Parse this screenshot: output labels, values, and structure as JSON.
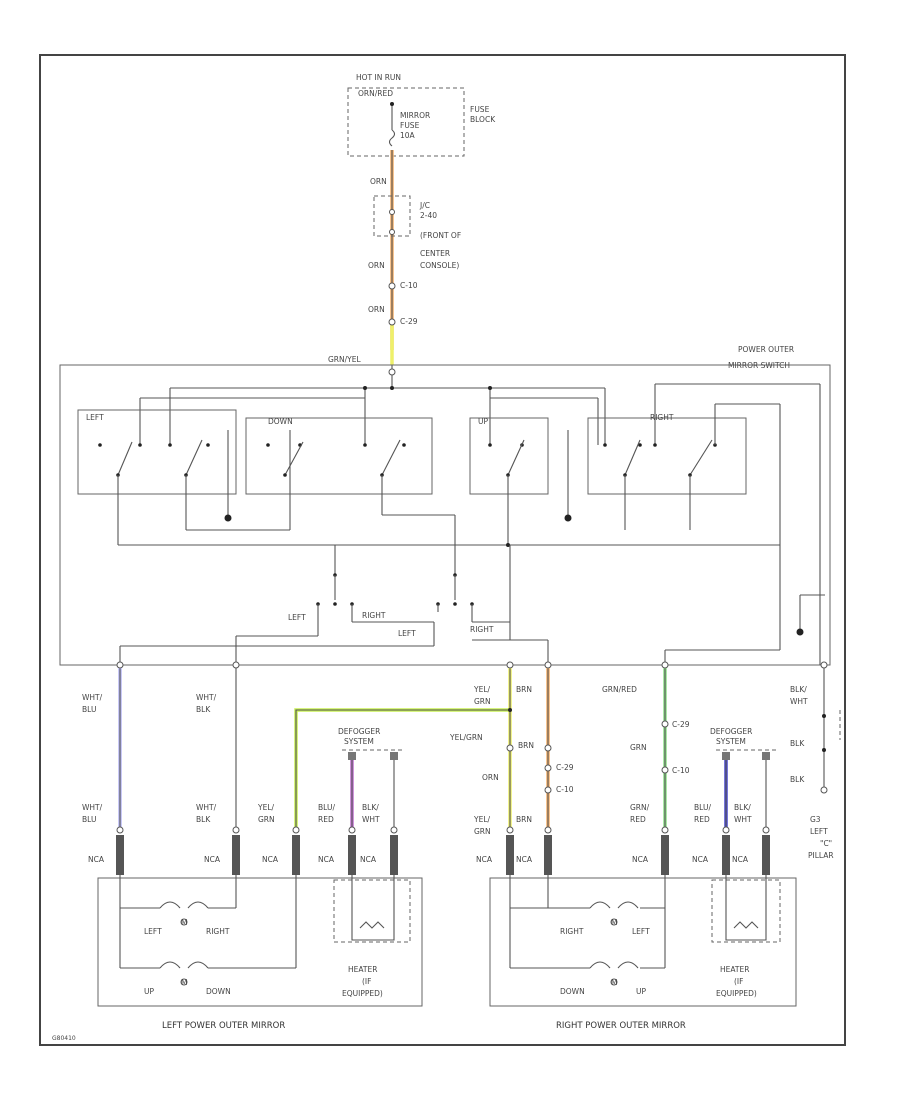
{
  "labels": {
    "hot_in_run": "HOT IN RUN",
    "orn_red": "ORN/RED",
    "mirror_fuse": "MIRROR",
    "mirror_fuse2": "FUSE",
    "mirror_fuse3": "10A",
    "fuse_block": "FUSE",
    "fuse_block2": "BLOCK",
    "jc": "J/C",
    "jc2": "2-40",
    "jc3": "(FRONT OF",
    "jc4": "CENTER",
    "jc5": "CONSOLE)",
    "orn1": "ORN",
    "orn2": "ORN",
    "c10": "C-10",
    "orn3": "ORN",
    "c29": "C-29",
    "grn_yel": "GRN/YEL",
    "power_switch": "POWER OUTER",
    "power_switch2": "MIRROR SWITCH",
    "sw_left": "LEFT",
    "sw_down": "DOWN",
    "sw_up": "UP",
    "sw_right": "RIGHT",
    "sel_left": "LEFT",
    "sel_right": "RIGHT",
    "sel_left2": "LEFT",
    "sel_right2": "RIGHT",
    "wht_blu_top": "WHT/",
    "wht_blu_top2": "BLU",
    "wht_blk_top": "WHT/",
    "wht_blk_top2": "BLK",
    "yel_grn_top": "YEL/",
    "yel_grn_top2": "GRN",
    "brn_top": "BRN",
    "grn_red_top": "GRN/RED",
    "blk_wht_top": "BLK/",
    "blk_wht_top2": "WHT",
    "c29b": "C-29",
    "c10b": "C-10",
    "grn_mid": "GRN",
    "yel_grn_mid": "YEL/GRN",
    "c29c": "C-29",
    "c10c": "C-10",
    "brn_mid": "BRN",
    "orn_mid": "ORN",
    "blk1": "BLK",
    "blk2": "BLK",
    "defogger_l": "DEFOGGER",
    "defogger_l2": "SYSTEM",
    "defogger_r": "DEFOGGER",
    "defogger_r2": "SYSTEM",
    "wht_blu_bot": "WHT/",
    "wht_blu_bot2": "BLU",
    "wht_blk_bot": "WHT/",
    "wht_blk_bot2": "BLK",
    "yel_grn_bot": "YEL/",
    "yel_grn_bot2": "GRN",
    "blu_red_l": "BLU/",
    "blu_red_l2": "RED",
    "blk_wht_l": "BLK/",
    "blk_wht_l2": "WHT",
    "yel_grn_bot_r": "YEL/",
    "yel_grn_bot_r2": "GRN",
    "brn_bot": "BRN",
    "grn_red_bot": "GRN/",
    "grn_red_bot2": "RED",
    "blu_red_r": "BLU/",
    "blu_red_r2": "RED",
    "blk_wht_r": "BLK/",
    "blk_wht_r2": "WHT",
    "nca": "NCA",
    "g3": "G3",
    "g3_2": "LEFT",
    "g3_3": "\"C\"",
    "g3_4": "PILLAR",
    "l_left": "LEFT",
    "l_right": "RIGHT",
    "l_up": "UP",
    "l_down": "DOWN",
    "heater": "HEATER",
    "heater2": "(IF",
    "heater3": "EQUIPPED)",
    "r_right": "RIGHT",
    "r_left": "LEFT",
    "r_down": "DOWN",
    "r_up": "UP",
    "heater_r": "HEATER",
    "heater_r2": "(IF",
    "heater_r3": "EQUIPPED)",
    "left_mirror": "LEFT POWER OUTER MIRROR",
    "right_mirror": "RIGHT POWER OUTER MIRROR",
    "m_l1": "M",
    "m_l2": "M",
    "m_r1": "M",
    "m_r2": "M",
    "corner_code": "G80410"
  },
  "colors": {
    "orange": "#f5b06a",
    "yellow": "#eef06a",
    "yellow_green": "#c8f055",
    "green": "#8fe08a",
    "blue": "#b9b9f5",
    "violet": "#c070d0",
    "dark_blue": "#4a4ad0"
  },
  "icons": [
    "ground-icon",
    "motor-icon",
    "heater-element-icon",
    "connector-icon",
    "switch-icon",
    "fuse-icon"
  ]
}
